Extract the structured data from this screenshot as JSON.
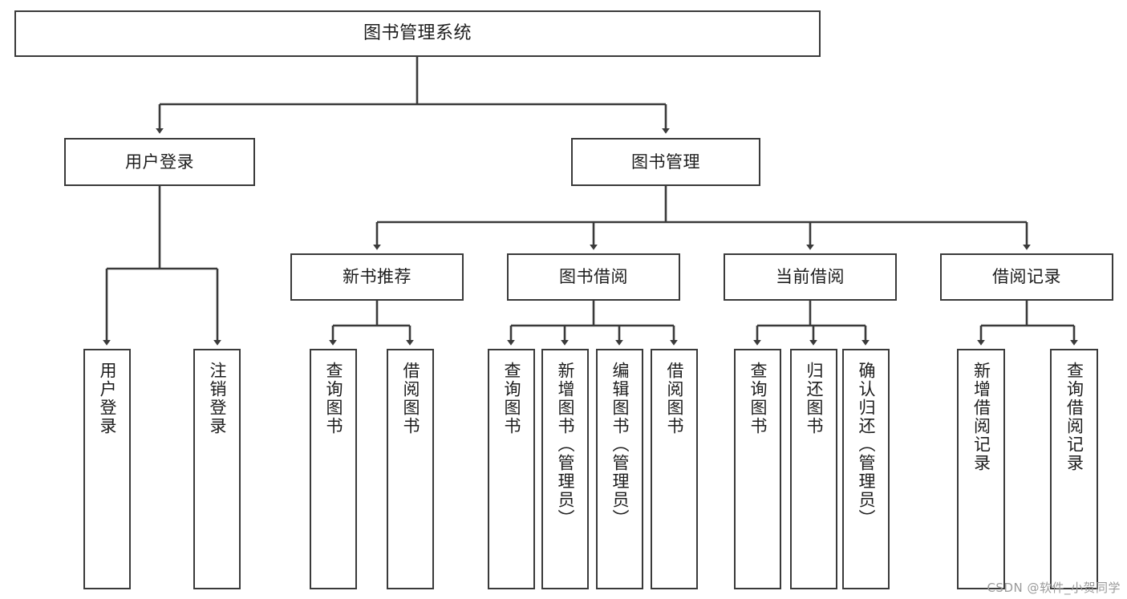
{
  "diagram": {
    "title": "图书管理系统",
    "type": "tree-hierarchy-diagram",
    "colors": {
      "box_border": "#3a3a3a",
      "line": "#3a3a3a",
      "background": "#ffffff",
      "text": "#1d1d1d",
      "watermark": "#9a9a9a"
    }
  },
  "root": {
    "label": "图书管理系统"
  },
  "level2": [
    {
      "label": "用户登录"
    },
    {
      "label": "图书管理"
    }
  ],
  "level3": [
    {
      "label": "新书推荐"
    },
    {
      "label": "图书借阅"
    },
    {
      "label": "当前借阅"
    },
    {
      "label": "借阅记录"
    }
  ],
  "leaves": {
    "user_login": [
      {
        "label": "用户登录"
      },
      {
        "label": "注销登录"
      }
    ],
    "new_book_recommend": [
      {
        "label": "查询图书"
      },
      {
        "label": "借阅图书"
      }
    ],
    "book_borrow": [
      {
        "label": "查询图书"
      },
      {
        "label": "新增图书（管理员）"
      },
      {
        "label": "编辑图书（管理员）"
      },
      {
        "label": "借阅图书"
      }
    ],
    "current_borrow": [
      {
        "label": "查询图书"
      },
      {
        "label": "归还图书"
      },
      {
        "label": "确认归还（管理员）"
      }
    ],
    "borrow_record": [
      {
        "label": "新增借阅记录"
      },
      {
        "label": "查询借阅记录"
      }
    ]
  },
  "watermark": {
    "text": "CSDN @软件_小贺同学"
  }
}
